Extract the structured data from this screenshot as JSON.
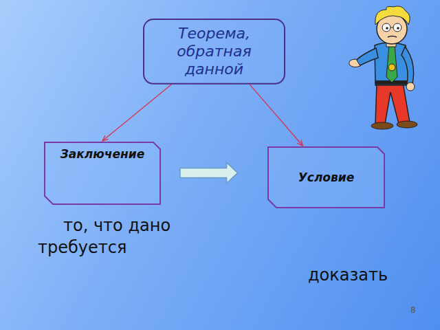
{
  "diagram": {
    "nodes": [
      {
        "text": [
          "Теорема, обратная данной"
        ]
      },
      {
        "text": [
          "Заключение"
        ]
      },
      {
        "text": [
          "Условие"
        ]
      }
    ],
    "edges": [
      {
        "from": 0,
        "to": 1,
        "arrow": "to"
      },
      {
        "from": 0,
        "to": 2,
        "arrow": "to"
      },
      {
        "from": 1,
        "to": 2,
        "arrow": "to"
      }
    ],
    "labels": [
      "то, что дано",
      "требуется",
      "доказать",
      "8"
    ]
  }
}
